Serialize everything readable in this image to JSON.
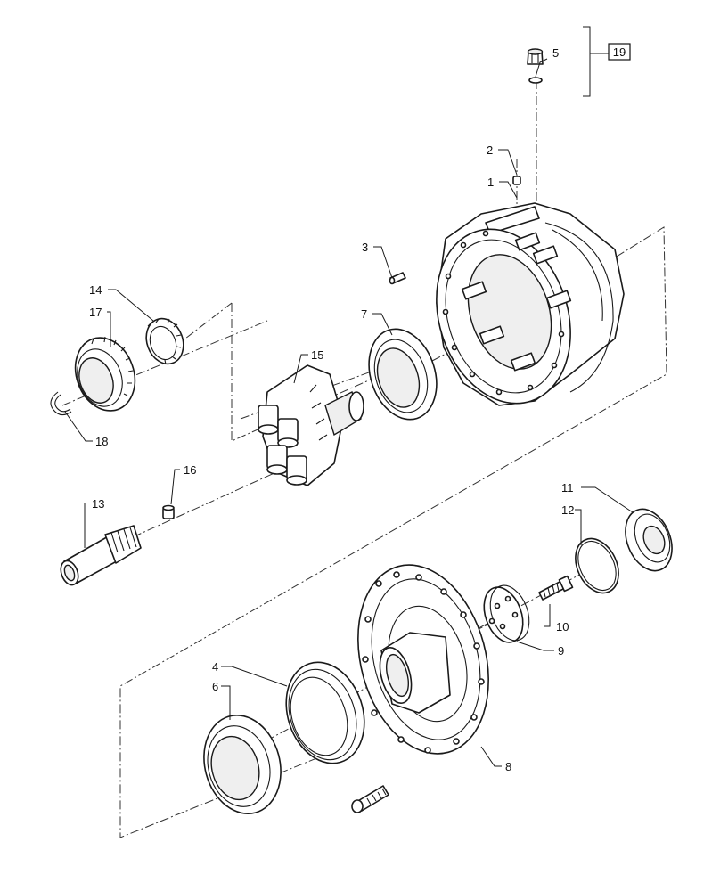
{
  "callouts": {
    "c1": "1",
    "c2": "2",
    "c3": "3",
    "c4": "4",
    "c5": "5",
    "c6": "6",
    "c7": "7",
    "c8": "8",
    "c9": "9",
    "c10": "10",
    "c11": "11",
    "c12": "12",
    "c13": "13",
    "c14": "14",
    "c15": "15",
    "c16": "16",
    "c17": "17",
    "c18": "18",
    "c19": "19"
  },
  "colors": {
    "line": "#1a1a1a",
    "background": "#ffffff",
    "shade": "#efefef"
  }
}
